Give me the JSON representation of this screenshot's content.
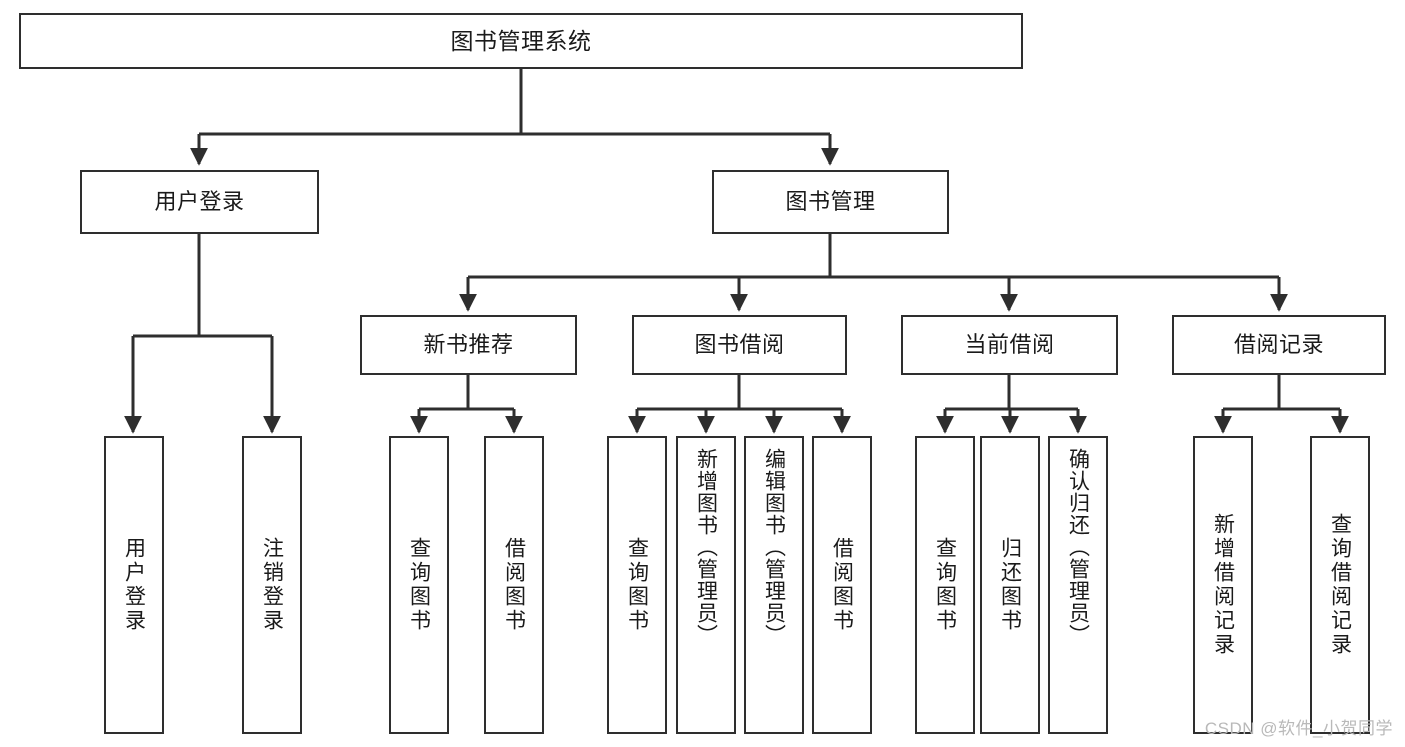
{
  "diagram": {
    "title": "图书管理系统",
    "watermark": "CSDN @软件_小贺同学",
    "line_color": "#2e2e2e",
    "background": "#ffffff",
    "text_color": "#1a1a1a",
    "watermark_color": "#b9b9b9"
  },
  "nodes": {
    "root": {
      "label": "图书管理系统"
    },
    "level1": [
      {
        "label": "用户登录"
      },
      {
        "label": "图书管理"
      }
    ],
    "level2": [
      {
        "label": "新书推荐"
      },
      {
        "label": "图书借阅"
      },
      {
        "label": "当前借阅"
      },
      {
        "label": "借阅记录"
      }
    ],
    "leaves": {
      "user_login": [
        {
          "label": "用户登录"
        },
        {
          "label": "注销登录"
        }
      ],
      "new_book_recommend": [
        {
          "label": "查询图书"
        },
        {
          "label": "借阅图书"
        }
      ],
      "book_borrow": [
        {
          "label": "查询图书"
        },
        {
          "label": "新增图书（管理员）"
        },
        {
          "label": "编辑图书（管理员）"
        },
        {
          "label": "借阅图书"
        }
      ],
      "current_borrow": [
        {
          "label": "查询图书"
        },
        {
          "label": "归还图书"
        },
        {
          "label": "确认归还（管理员）"
        }
      ],
      "borrow_record": [
        {
          "label": "新增借阅记录"
        },
        {
          "label": "查询借阅记录"
        }
      ]
    }
  }
}
